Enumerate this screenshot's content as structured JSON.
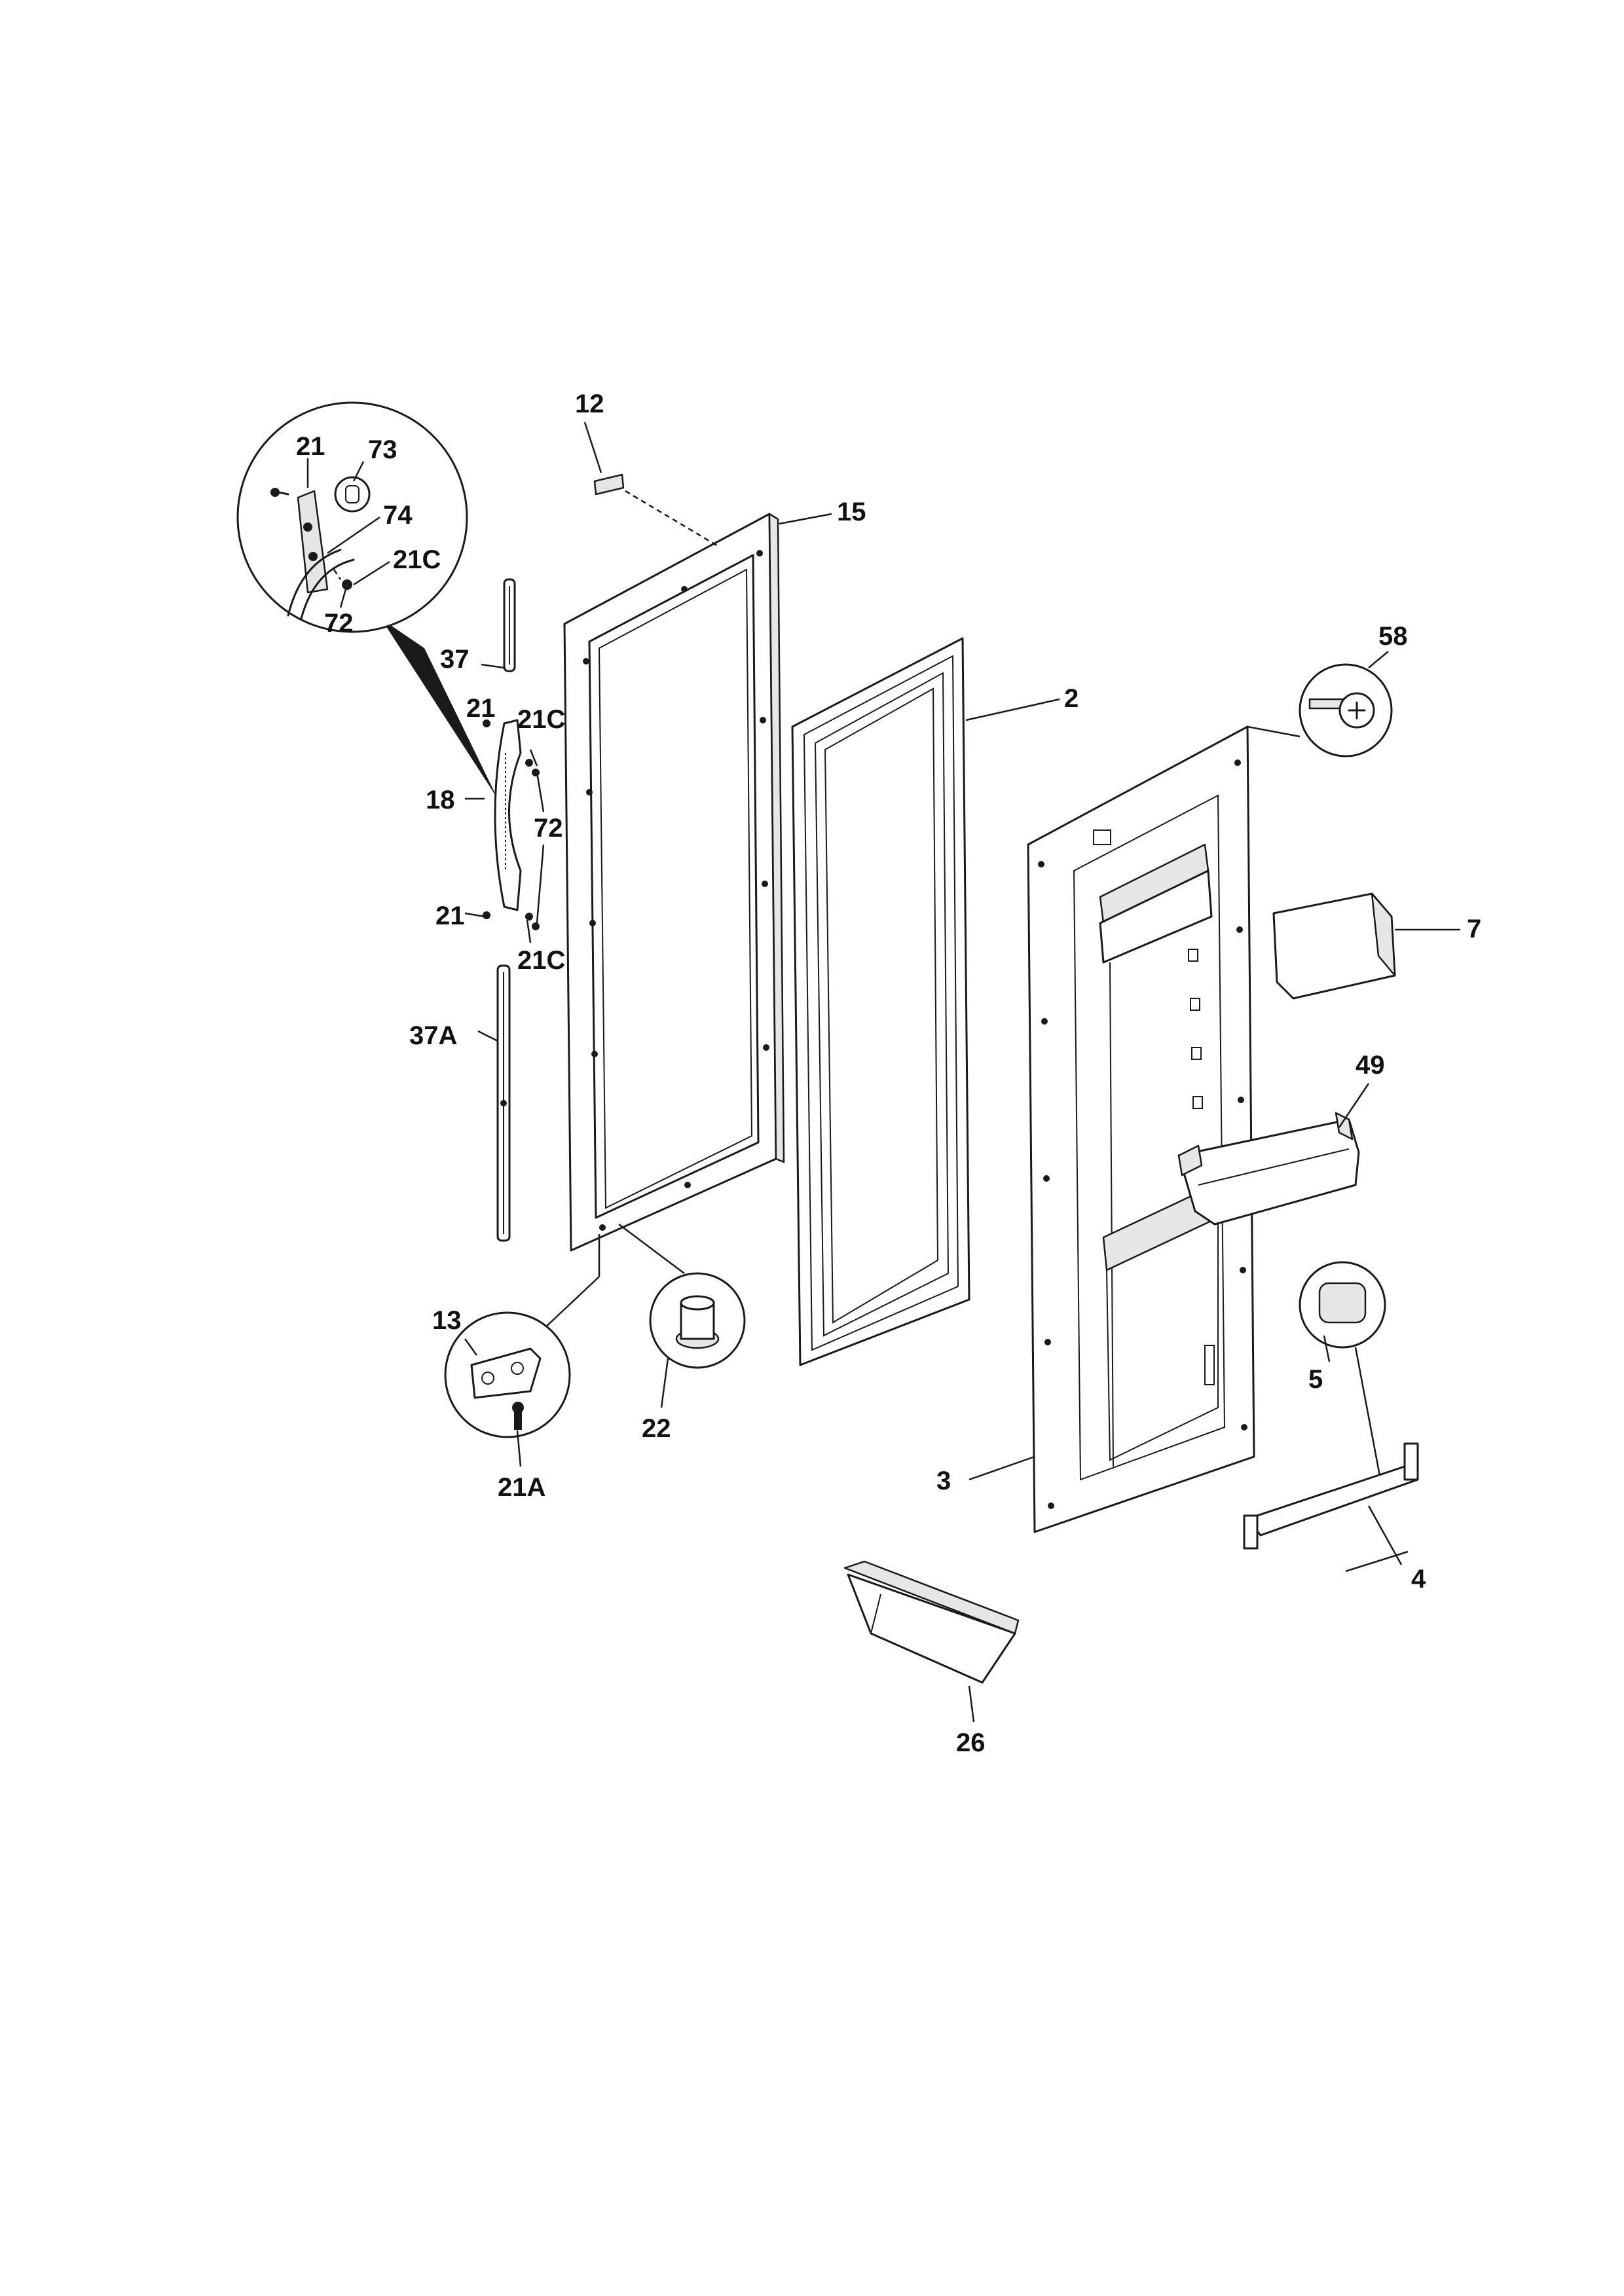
{
  "labels": {
    "p12": "12",
    "p15": "15",
    "p21_zoom": "21",
    "p73": "73",
    "p74": "74",
    "p21c_zoom": "21C",
    "p72_zoom": "72",
    "p37": "37",
    "p21_top": "21",
    "p21c_top": "21C",
    "p18": "18",
    "p72": "72",
    "p21_bottom": "21",
    "p21c_bottom": "21C",
    "p37a": "37A",
    "p2": "2",
    "p58": "58",
    "p7": "7",
    "p49": "49",
    "p13": "13",
    "p21a": "21A",
    "p22": "22",
    "p5": "5",
    "p3": "3",
    "p4": "4",
    "p26": "26"
  }
}
